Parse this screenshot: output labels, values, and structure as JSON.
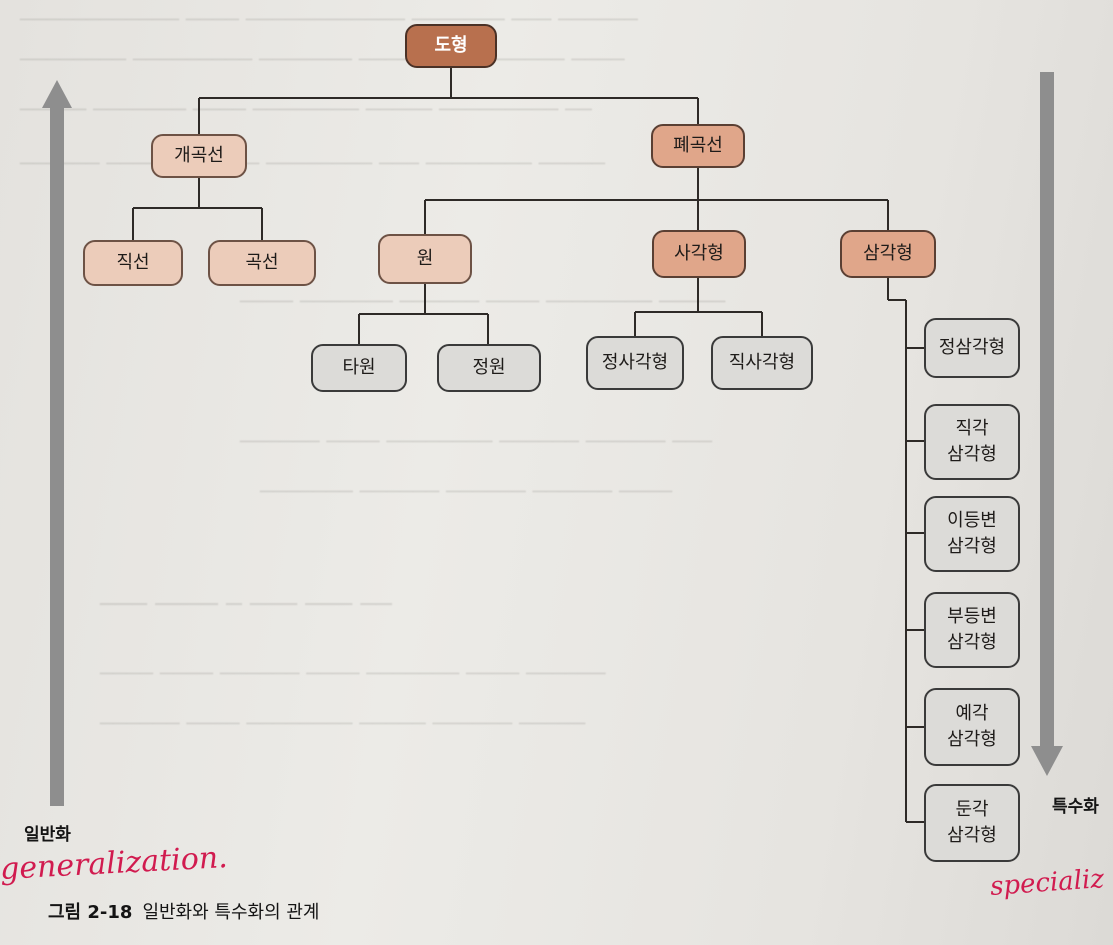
{
  "diagram": {
    "nodes": {
      "shape": "도형",
      "open_curve": "개곡선",
      "closed_curve": "폐곡선",
      "straight_line": "직선",
      "curve": "곡선",
      "circle": "원",
      "quadrilateral": "사각형",
      "triangle": "삼각형",
      "ellipse": "타원",
      "perfect_circle": "정원",
      "square": "정사각형",
      "rectangle": "직사각형",
      "equilateral_triangle": "정삼각형",
      "right_triangle": "직각\n삼각형",
      "isosceles_triangle": "이등변\n삼각형",
      "scalene_triangle": "부등변\n삼각형",
      "acute_triangle": "예각\n삼각형",
      "obtuse_triangle": "둔각\n삼각형"
    },
    "left_arrow_label": "일반화",
    "right_arrow_label": "특수화",
    "arrow_color": "#8e8e8e"
  },
  "annotations": {
    "left_handwriting": "generalization.",
    "right_handwriting": "specializ"
  },
  "caption": {
    "number": "그림 2-18",
    "title": "일반화와 특수화의 관계"
  }
}
